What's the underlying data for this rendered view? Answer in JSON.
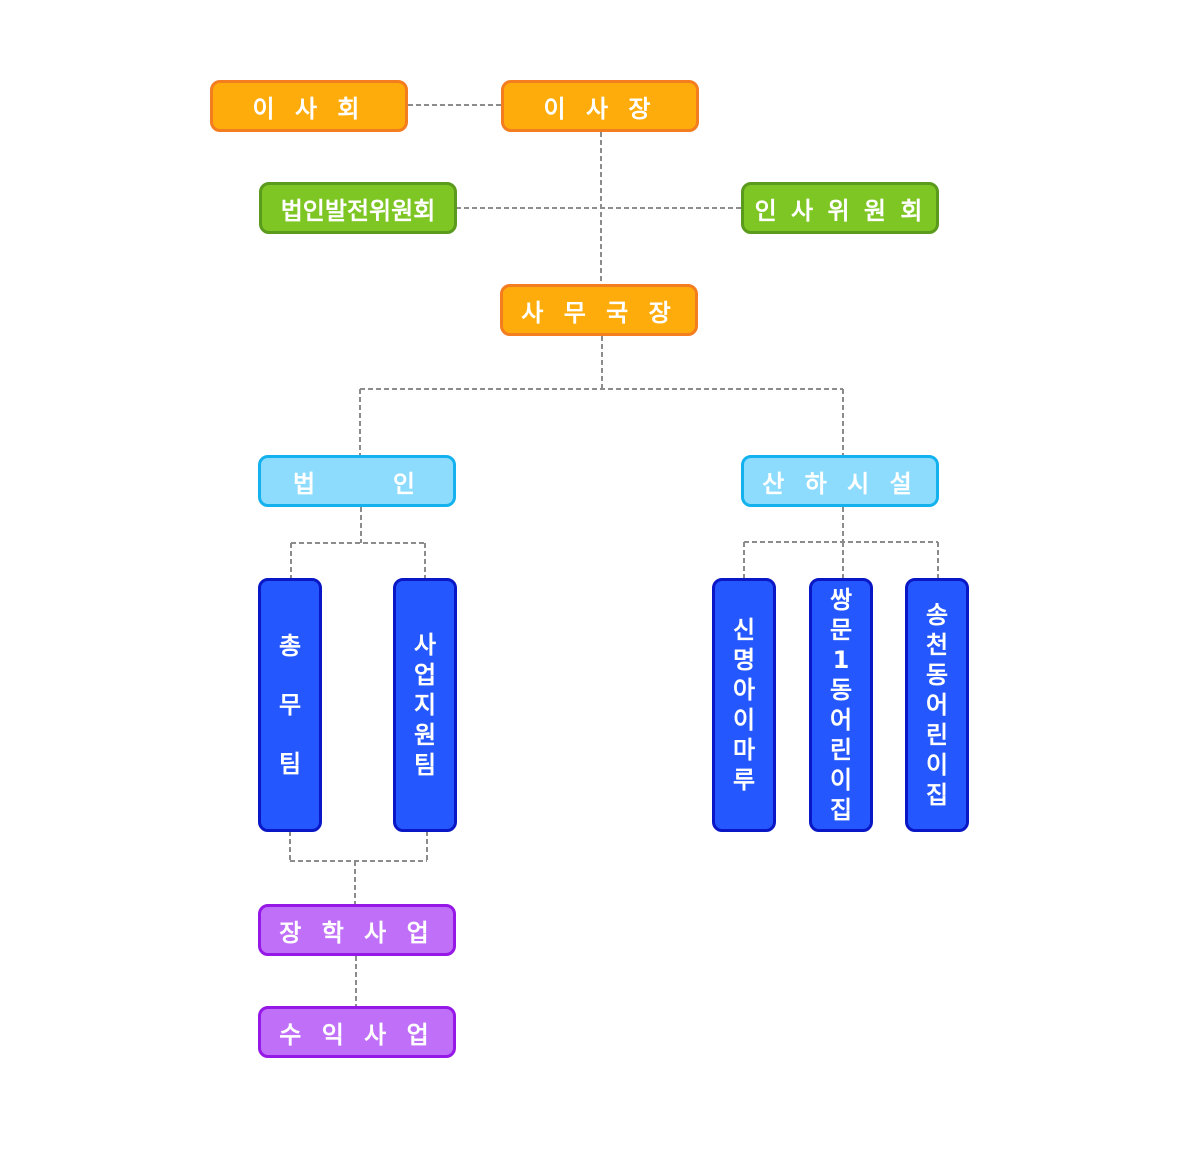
{
  "board": "이 사 회",
  "chairman": "이 사 장",
  "committees": {
    "development": "법인발전위원회",
    "personnel": "인 사 위 원 회"
  },
  "secretary_general": "사 무 국 장",
  "corporation": {
    "label": "법     인",
    "teams": [
      {
        "label": "총\n\n무\n\n팀"
      },
      {
        "label": "사업지원팀"
      }
    ],
    "projects": [
      "장 학 사 업",
      "수 익 사 업"
    ]
  },
  "affiliated": {
    "label": "산 하 시 설",
    "facilities": [
      {
        "label": "신명아이마루"
      },
      {
        "label": "쌍문1동어린이집"
      },
      {
        "label": "송천동어린이집"
      }
    ]
  },
  "colors": {
    "orange": "#fdac0b",
    "green": "#7ec623",
    "sky": "#8ddcfd",
    "blue": "#2457fd",
    "purple": "#c06ff9",
    "connector": "#8c8c8c"
  }
}
